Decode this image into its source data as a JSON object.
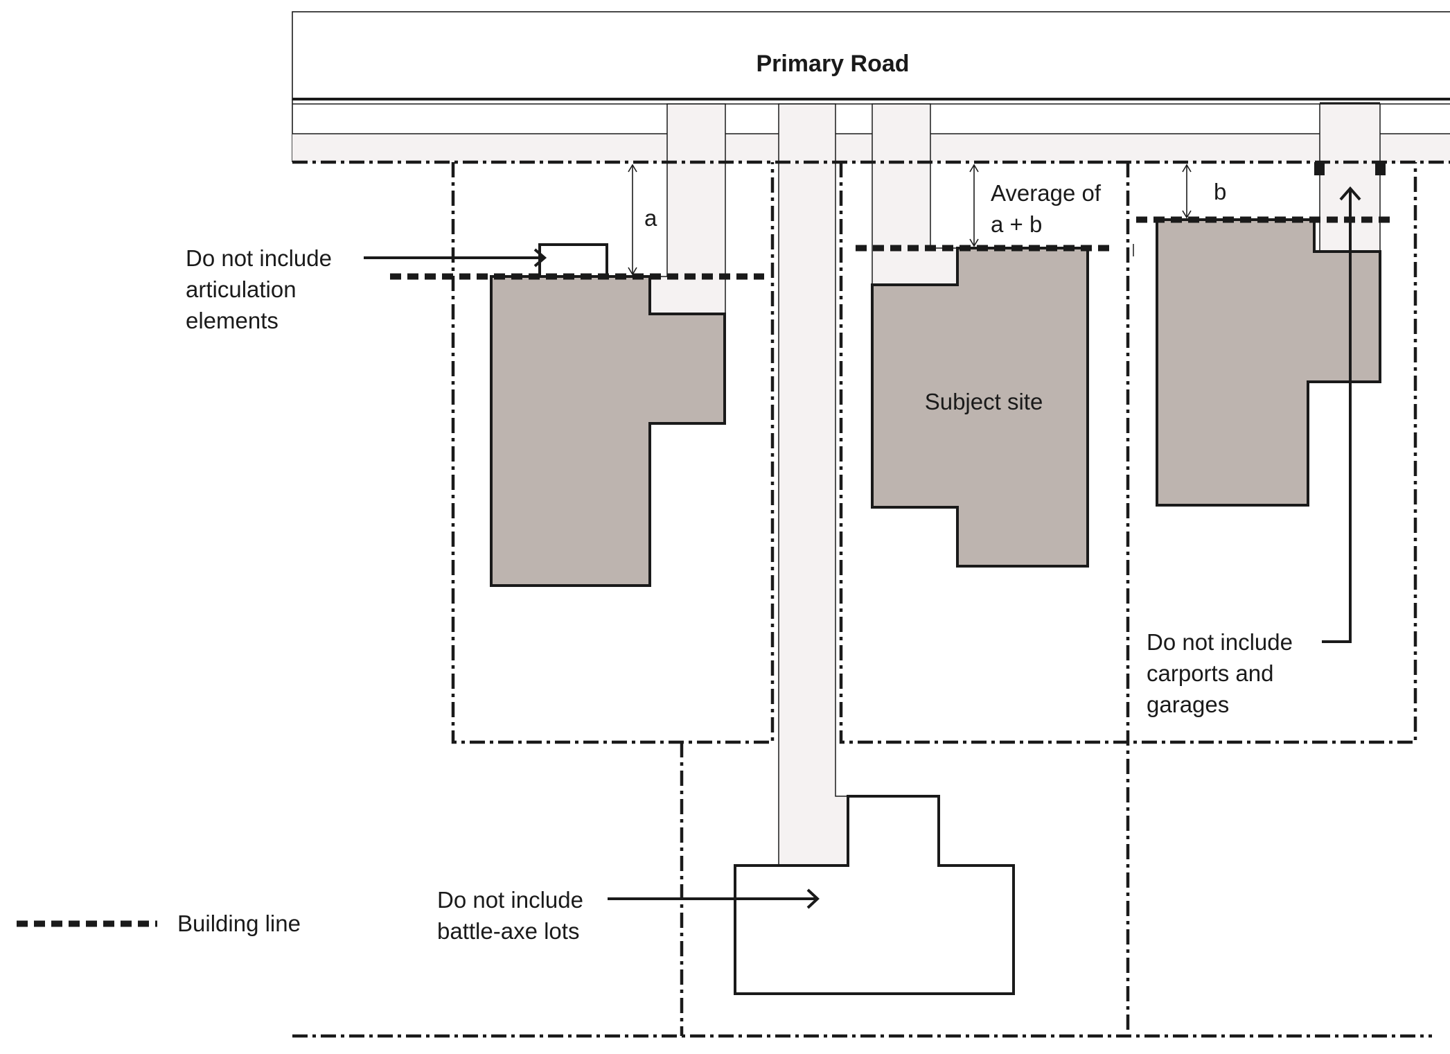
{
  "diagram": {
    "road_label": "Primary Road",
    "subject_label": "Subject site",
    "dimension_a": "a",
    "dimension_b": "b",
    "average_label_line1": "Average of",
    "average_label_line2": "a + b",
    "note_articulation": [
      "Do not include",
      "articulation",
      "elements"
    ],
    "note_carports": [
      "Do not include",
      "carports and",
      "garages"
    ],
    "note_battleaxe": [
      "Do not include",
      "battle-axe lots"
    ],
    "legend": {
      "building_line_label": "Building line"
    },
    "colors": {
      "building_fill": "#bdb4af",
      "paving_fill": "#f5f2f2",
      "line": "#1a1a1a"
    }
  }
}
